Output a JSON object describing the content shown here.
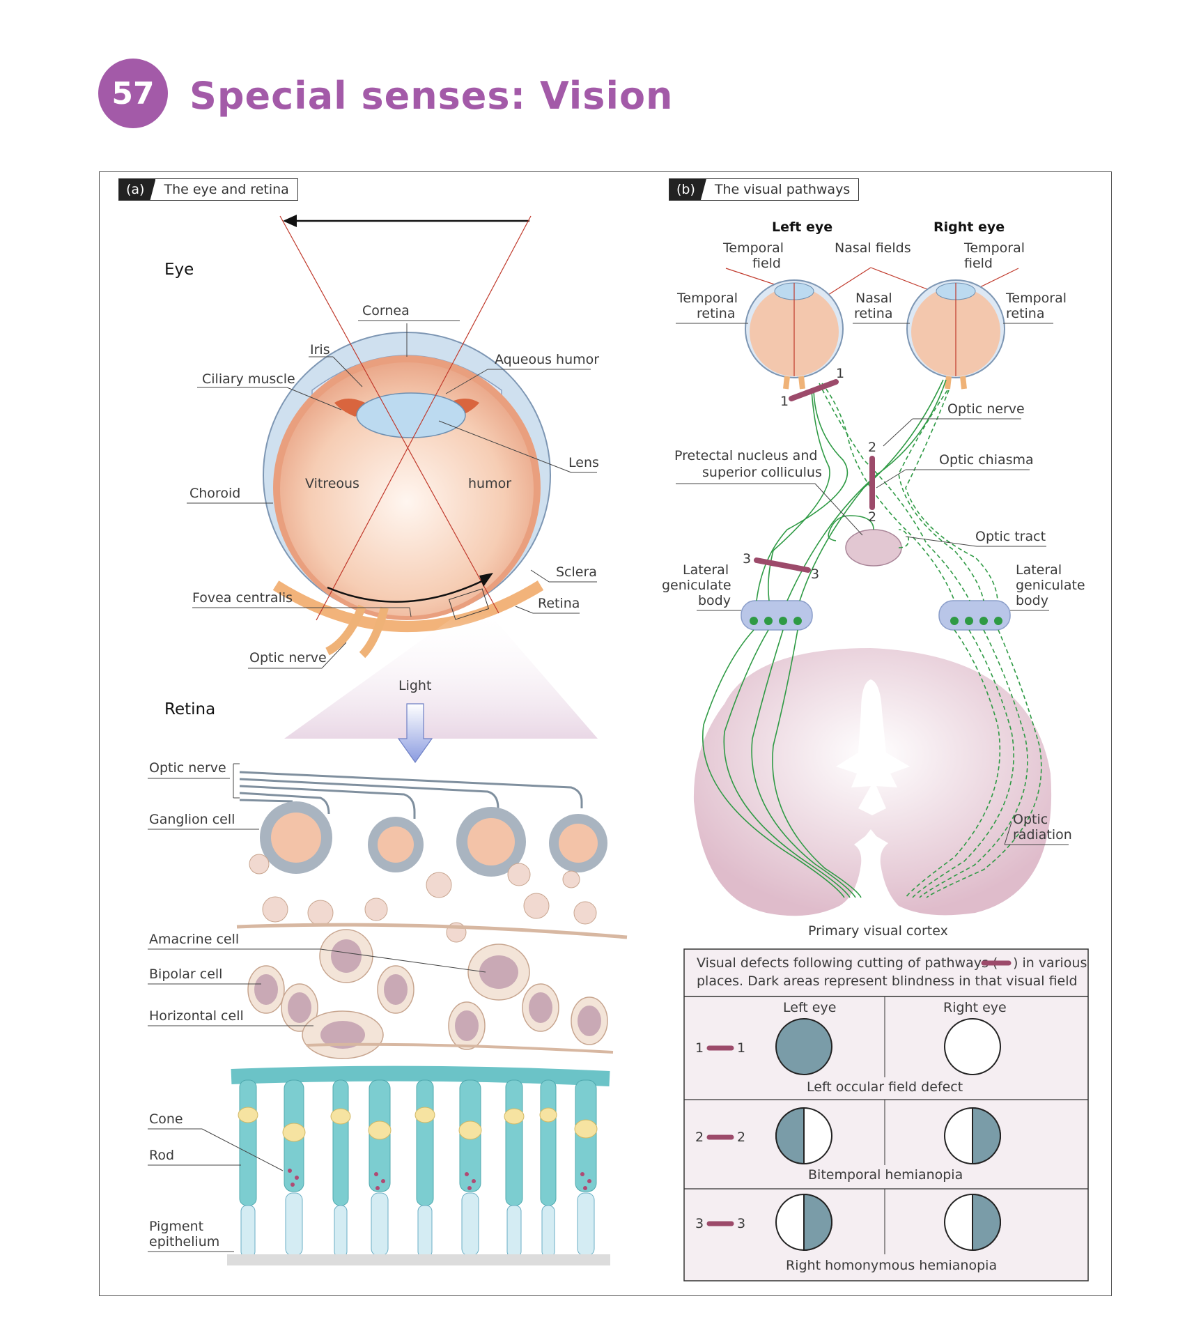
{
  "header": {
    "chapter_number": "57",
    "title": "Special senses: Vision"
  },
  "panel_a": {
    "letter": "(a)",
    "title": "The eye and retina",
    "eye_heading": "Eye",
    "eye_labels": {
      "cornea": "Cornea",
      "iris": "Iris",
      "aqueous_humor": "Aqueous humor",
      "ciliary_muscle": "Ciliary muscle",
      "lens": "Lens",
      "vitreous": "Vitreous",
      "humor": "humor",
      "choroid": "Choroid",
      "sclera": "Sclera",
      "fovea_centralis": "Fovea centralis",
      "retina": "Retina",
      "optic_nerve": "Optic nerve"
    },
    "retina_heading": "Retina",
    "light": "Light",
    "retina_labels": {
      "optic_nerve": "Optic nerve",
      "ganglion_cell": "Ganglion cell",
      "amacrine_cell": "Amacrine cell",
      "bipolar_cell": "Bipolar cell",
      "horizontal_cell": "Horizontal cell",
      "cone": "Cone",
      "rod": "Rod",
      "pigment_epithelium_1": "Pigment",
      "pigment_epithelium_2": "epithelium"
    }
  },
  "panel_b": {
    "letter": "(b)",
    "title": "The visual pathways",
    "labels": {
      "left_eye": "Left eye",
      "right_eye": "Right eye",
      "temporal_field_1": "Temporal",
      "temporal_field_2": "field",
      "nasal_fields": "Nasal fields",
      "temporal_retina_1": "Temporal",
      "temporal_retina_2": "retina",
      "nasal_retina_1": "Nasal",
      "nasal_retina_2": "retina",
      "optic_nerve": "Optic nerve",
      "pretectal_1": "Pretectal nucleus and",
      "pretectal_2": "superior colliculus",
      "optic_chiasma": "Optic chiasma",
      "optic_tract": "Optic tract",
      "lgb_1": "Lateral",
      "lgb_2": "geniculate",
      "lgb_3": "body",
      "optic_radiation_1": "Optic",
      "optic_radiation_2": "radiation",
      "primary_visual_cortex": "Primary visual cortex"
    },
    "cut_markers": [
      "1",
      "1",
      "2",
      "2",
      "3",
      "3"
    ],
    "defects": {
      "intro_1": "Visual defects following cutting of pathways (",
      "intro_2": ") in various",
      "intro_3": "places. Dark areas represent blindness in that visual field",
      "col_left": "Left eye",
      "col_right": "Right eye",
      "rows": [
        {
          "cut": "1",
          "name": "Left occular field defect"
        },
        {
          "cut": "2",
          "name": "Bitemporal hemianopia"
        },
        {
          "cut": "3",
          "name": "Right homonymous hemianopia"
        }
      ]
    }
  },
  "colors": {
    "brand_purple": "#a35aa8",
    "cut_bar": "#9c4a6a",
    "pathway_green": "#2e9a44",
    "blind_field": "#7a9ca8",
    "eyeball": "#f3c7ad",
    "cortex": "#e8cdd8"
  }
}
